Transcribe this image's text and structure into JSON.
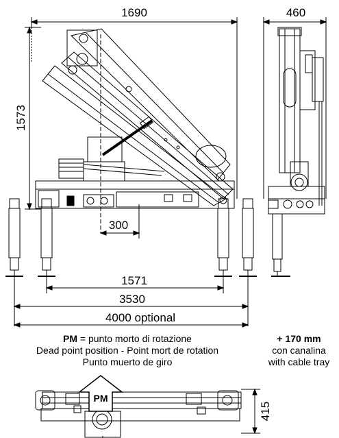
{
  "dimensions": {
    "width_total": "1690",
    "side_width": "460",
    "height": "1573",
    "offset": "300",
    "span_1": "1571",
    "span_2": "3530",
    "span_3": "4000 optional",
    "top_view": "415"
  },
  "pm_label": "PM",
  "pm_caption": {
    "key": "PM",
    "line1_rest": " = punto morto di rotazione",
    "line2": "Dead point position - Point mort de rotation",
    "line3": "Punto muerto de giro"
  },
  "tray_caption": {
    "line1": "+ 170 mm",
    "line2": "con canalina",
    "line3": "with cable tray"
  }
}
